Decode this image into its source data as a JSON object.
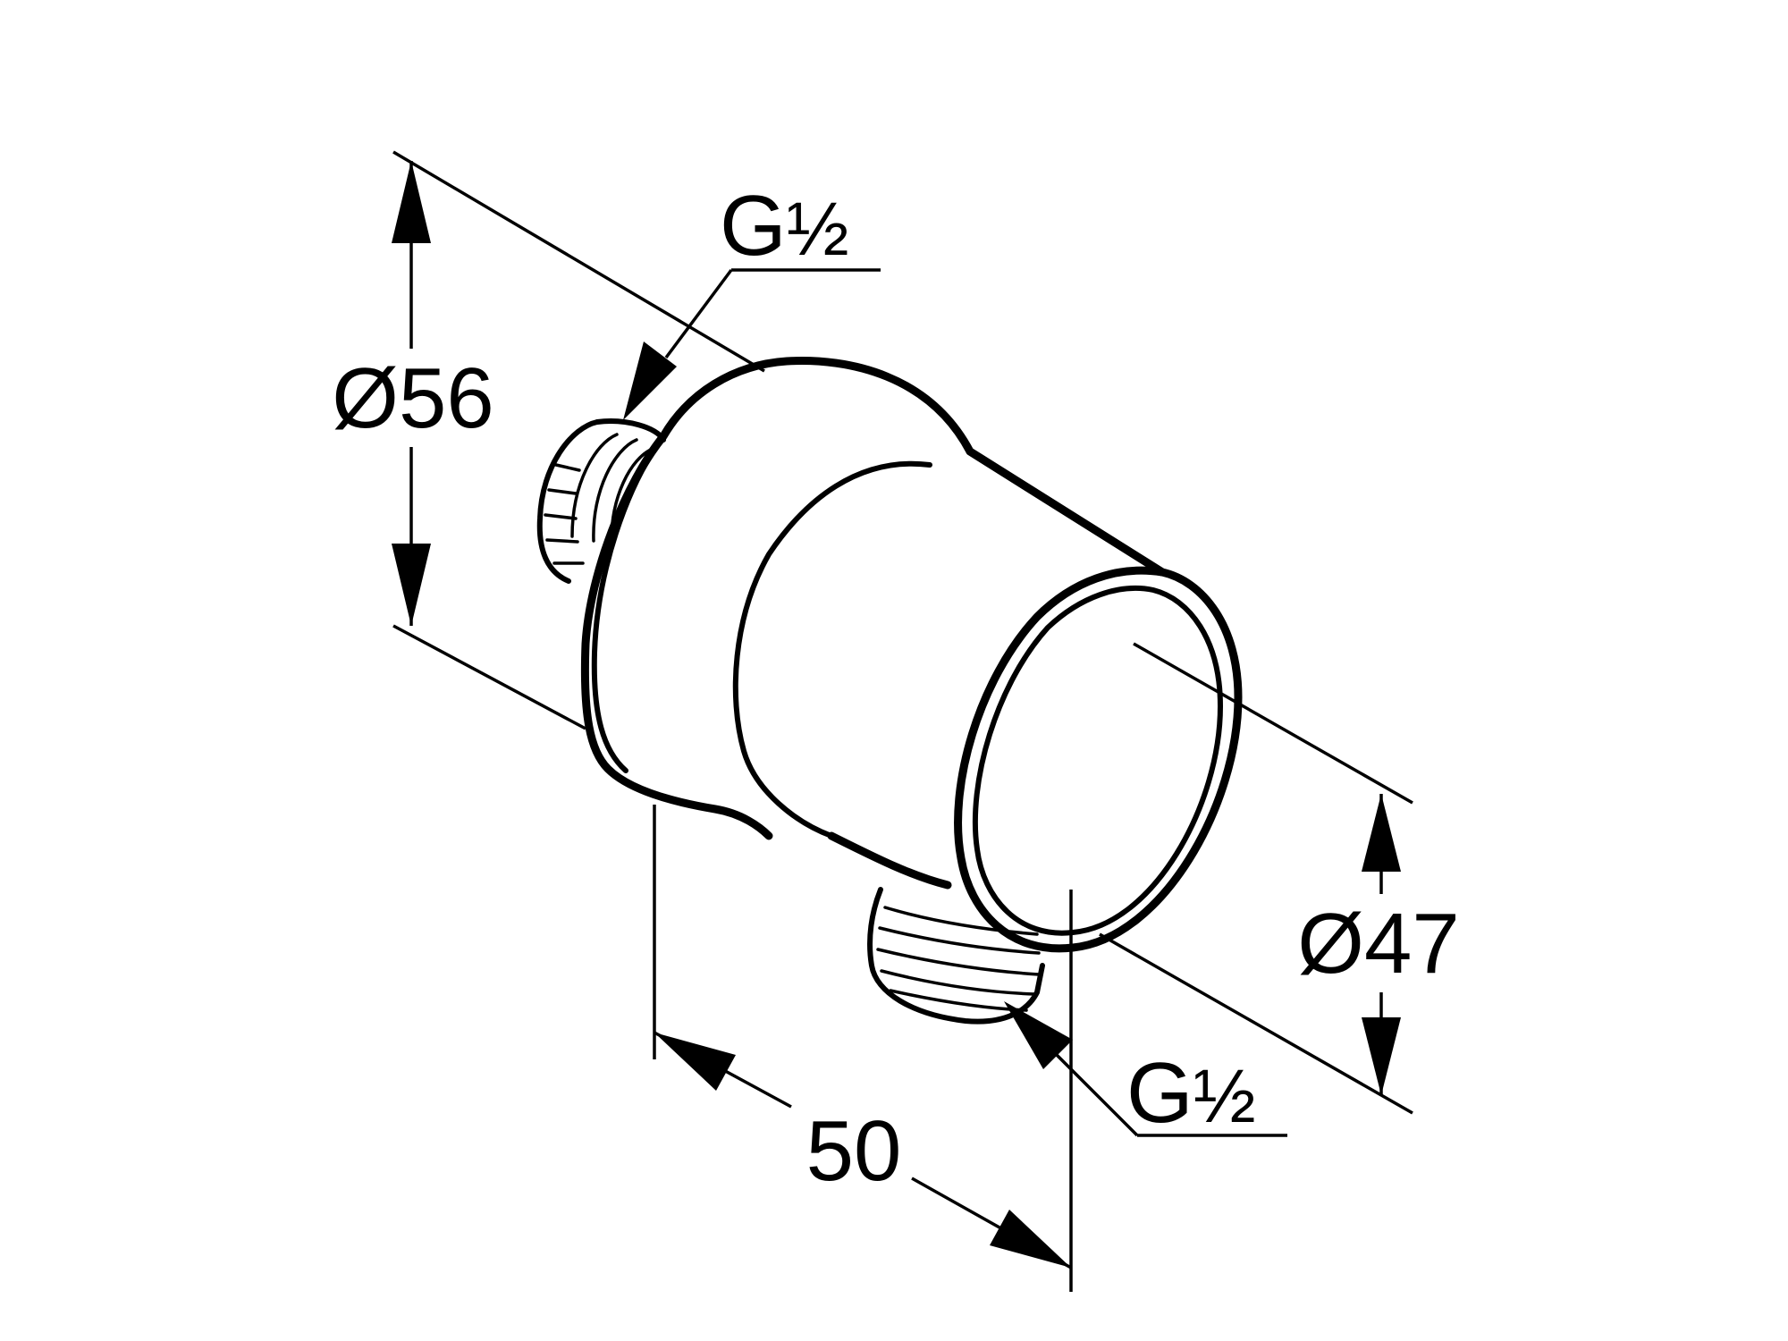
{
  "dimensions": {
    "body_diameter": "Ø56",
    "outlet_diameter": "Ø47",
    "depth": "50"
  },
  "threads": {
    "inlet": {
      "letter": "G",
      "fraction": "½"
    },
    "outlet": {
      "letter": "G",
      "fraction": "½"
    }
  },
  "colors": {
    "line": "#000000",
    "background": "#ffffff"
  }
}
